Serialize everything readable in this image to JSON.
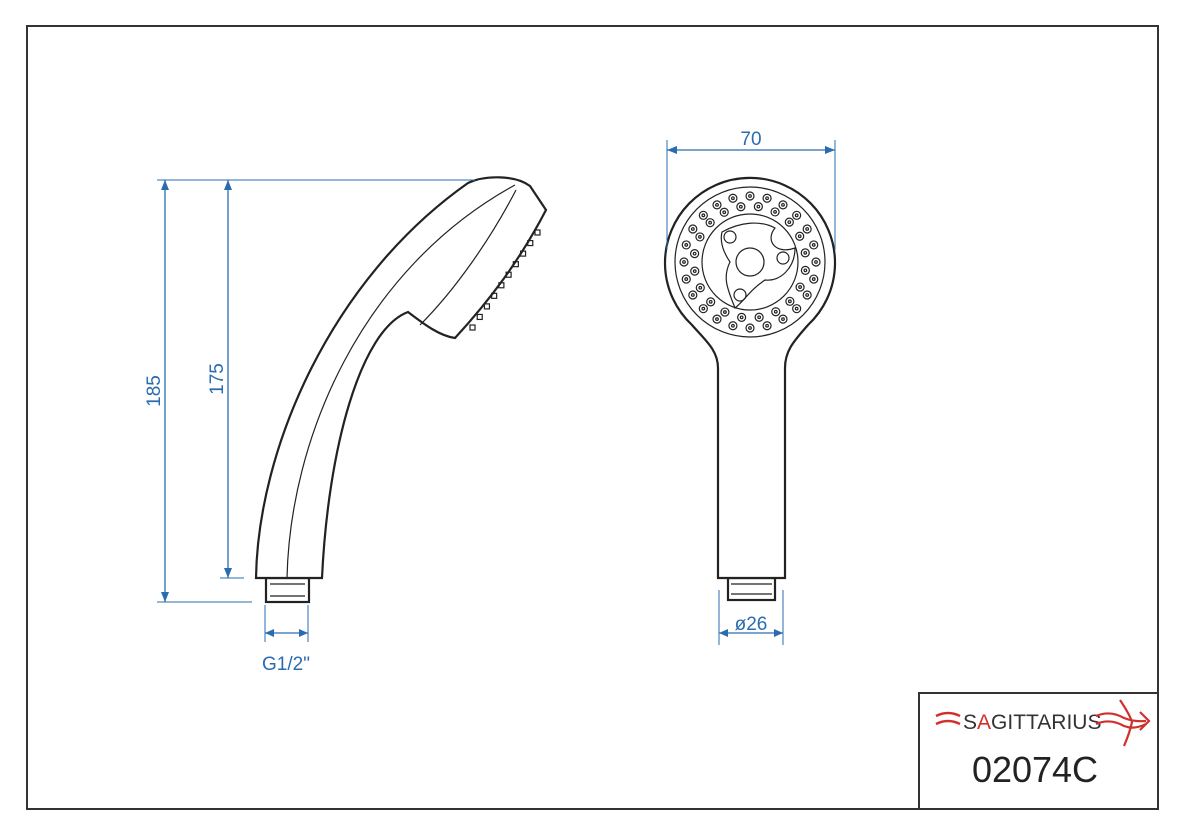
{
  "dimensions": {
    "width_head": "70",
    "total_height": "185",
    "height_to_connector": "175",
    "thread": "G1/2\"",
    "diameter_handle": "ø26"
  },
  "title_block": {
    "brand_prefix": "S",
    "brand_accent": "A",
    "brand_rest": "GITTARIUS",
    "product_code": "02074C"
  },
  "colors": {
    "dimension": "#2a6cb0",
    "brand_red": "#d0312d",
    "outline": "#222222"
  }
}
